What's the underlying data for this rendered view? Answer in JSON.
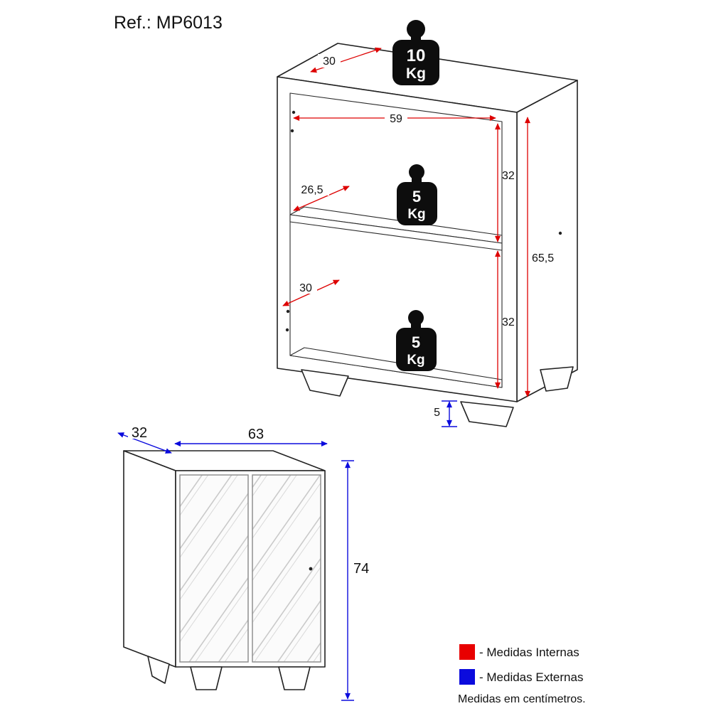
{
  "title": "Ref.: MP6013",
  "open_view": {
    "weights": {
      "top": {
        "value": "10",
        "unit": "Kg"
      },
      "middle": {
        "value": "5",
        "unit": "Kg"
      },
      "bottom": {
        "value": "5",
        "unit": "Kg"
      }
    },
    "internal_dims": {
      "top_depth": "30",
      "inner_width": "59",
      "upper_section_height": "32",
      "shelf_depth": "26,5",
      "lower_depth": "30",
      "lower_section_height": "32",
      "inner_total_height": "65,5"
    },
    "external_dims": {
      "feet_height": "5"
    }
  },
  "front_view": {
    "external_dims": {
      "depth": "32",
      "width": "63",
      "height": "74"
    }
  },
  "legend": {
    "items": [
      {
        "color": "#e80000",
        "label": "- Medidas Internas"
      },
      {
        "color": "#0b0bdd",
        "label": "- Medidas Externas"
      }
    ],
    "note": "Medidas em centímetros."
  }
}
